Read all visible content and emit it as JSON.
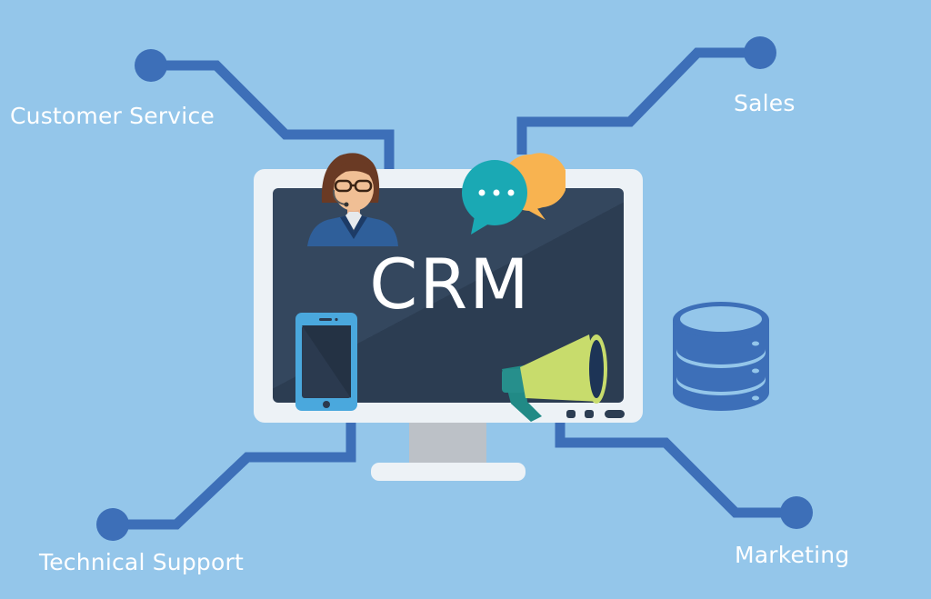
{
  "title": "CRM",
  "branches": [
    {
      "label": "Customer Service",
      "position": "top-left"
    },
    {
      "label": "Sales",
      "position": "top-right"
    },
    {
      "label": "Technical Support",
      "position": "bottom-left"
    },
    {
      "label": "Marketing",
      "position": "bottom-right"
    }
  ],
  "icons": {
    "agent": "customer-service-agent-icon",
    "chat": "chat-bubbles-icon",
    "chat_dots": "...",
    "phone": "smartphone-icon",
    "megaphone": "megaphone-icon",
    "database": "database-icon"
  },
  "colors": {
    "background": "#94c6ea",
    "connector": "#3d6fb8",
    "monitor_frame": "#edf2f6",
    "screen": "#34475e",
    "chat_teal": "#1aa9b4",
    "chat_orange": "#f8b350",
    "megaphone_green": "#c8dc6c",
    "phone_blue": "#4aa8dd"
  }
}
